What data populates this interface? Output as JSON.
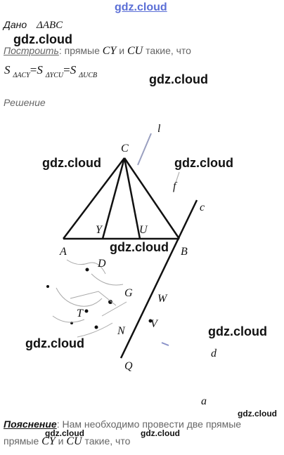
{
  "watermark": "gdz.cloud",
  "given": {
    "label": "Дано",
    "value": "ΔABC"
  },
  "construct": {
    "label": "Построить",
    "text_before": ": прямые",
    "cy": "CY",
    "and": "и",
    "cu": "CU",
    "text_after": "такие, что"
  },
  "formula": {
    "s": "S",
    "sub1": "ΔACY",
    "sub2": "ΔYCU",
    "sub3": "ΔUCB",
    "eq": "="
  },
  "solution_label": "Решение",
  "figure_labels": {
    "C": "C",
    "A": "A",
    "B": "B",
    "Y": "Y",
    "U": "U",
    "D": "D",
    "G": "G",
    "T": "T",
    "N": "N",
    "V": "V",
    "W": "W",
    "Q": "Q",
    "c": "c",
    "l": "l",
    "f": "f",
    "d": "d",
    "a": "a"
  },
  "explanation": {
    "label": "Пояснение",
    "text": ": Нам необходимо провести две прямые",
    "line2_before": "прямые",
    "cy": "CY",
    "and": "и",
    "cu": "CU",
    "line2_after": "такие, что"
  },
  "colors": {
    "text": "#111111",
    "gray_text": "#666666",
    "watermark_top": "#5b6fd6",
    "stroke": "#111111"
  }
}
